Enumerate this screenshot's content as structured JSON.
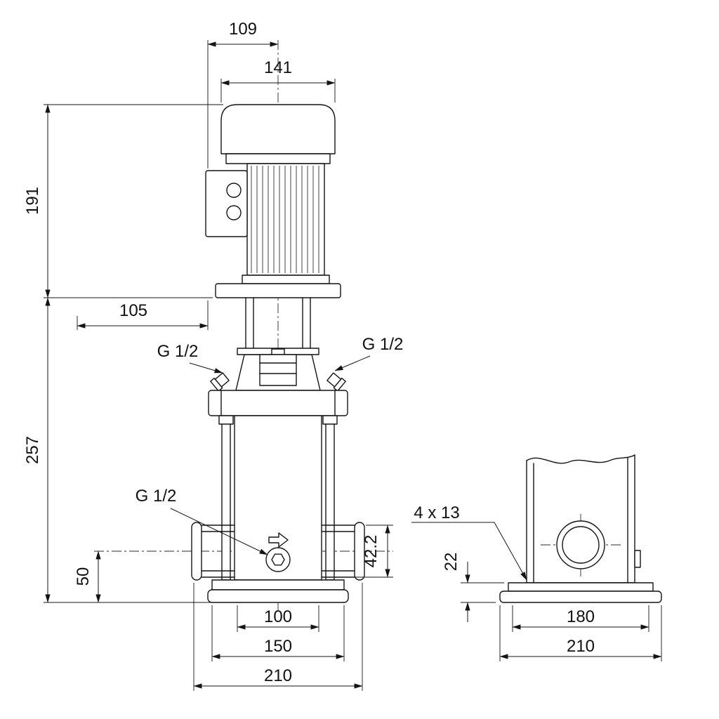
{
  "meta": {
    "type": "technical-dimension-drawing",
    "background": "#ffffff",
    "line_color": "#141414"
  },
  "dims": {
    "d109": "109",
    "d141": "141",
    "d191": "191",
    "d105": "105",
    "d257": "257",
    "d50": "50",
    "d42_2": "42.2",
    "d100": "100",
    "d150": "150",
    "d210_front": "210",
    "g12_left": "G 1/2",
    "g12_right": "G 1/2",
    "g12_drain": "G 1/2",
    "bolt_holes": "4 x 13",
    "d22": "22",
    "d180": "180",
    "d210_side": "210"
  }
}
